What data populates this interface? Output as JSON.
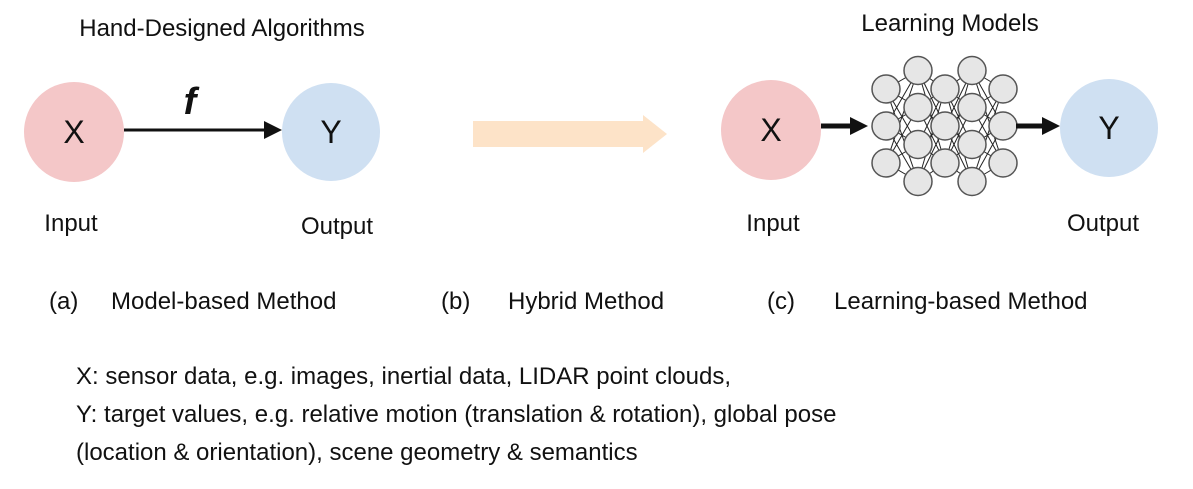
{
  "panel_a": {
    "title": "Hand-Designed Algorithms",
    "input_symbol": "X",
    "output_symbol": "Y",
    "function_label": "f",
    "input_label": "Input",
    "output_label": "Output",
    "caption_letter": "(a)",
    "caption_text": "Model-based Method"
  },
  "panel_b": {
    "caption_letter": "(b)",
    "caption_text": "Hybrid Method"
  },
  "panel_c": {
    "title": "Learning Models",
    "input_symbol": "X",
    "output_symbol": "Y",
    "input_label": "Input",
    "output_label": "Output",
    "caption_letter": "(c)",
    "caption_text": "Learning-based Method"
  },
  "legend": {
    "line1": "X: sensor data, e.g. images, inertial data, LIDAR point clouds,",
    "line2": "Y: target values, e.g. relative motion (translation & rotation), global pose",
    "line3": "(location & orientation), scene geometry & semantics"
  },
  "colors": {
    "input_fill": "#f4c7c8",
    "output_fill": "#cfe0f2",
    "arrow_hybrid": "#fde3c8",
    "node_fill": "#e6e6e6",
    "node_stroke": "#555555",
    "edge": "#222222"
  },
  "network_layers": [
    3,
    4,
    3,
    4,
    3
  ]
}
